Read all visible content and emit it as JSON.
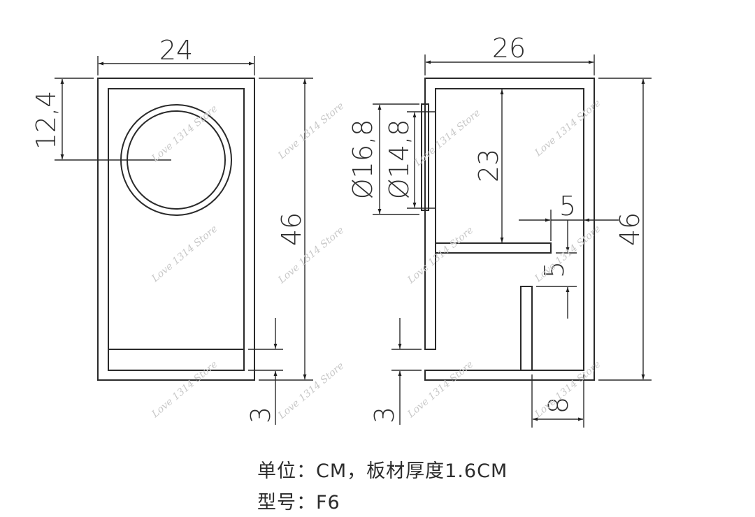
{
  "front_view": {
    "width_label": "24",
    "height_label": "46",
    "driver_center_label": "12,4",
    "bottom_gap_label": "3"
  },
  "side_view": {
    "depth_label": "26",
    "height_label": "46",
    "outer_diameter_label": "Ø16,8",
    "inner_diameter_label": "Ø14,8",
    "chamber_height_label": "23",
    "port_gap_h_label": "5",
    "port_gap_v_label": "5",
    "bottom_gap_label": "3",
    "baffle_offset_label": "8"
  },
  "watermark": "Love 1314 Store",
  "notes": {
    "line1": "单位：CM，板材厚度1.6CM",
    "line2": "型号：F6"
  }
}
